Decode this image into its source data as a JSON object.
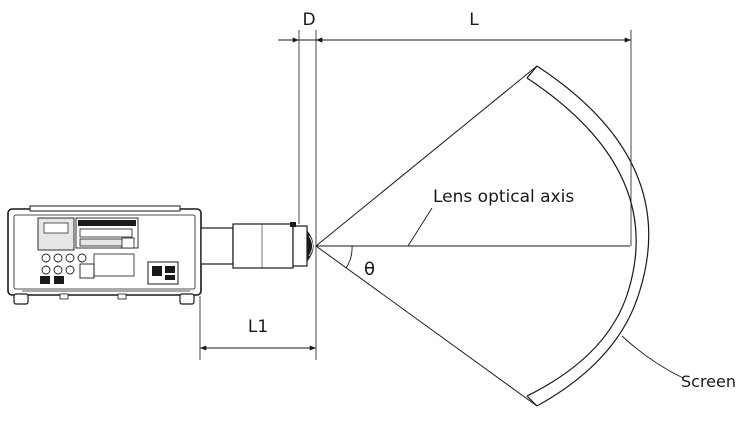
{
  "labels": {
    "dim_d": "D",
    "dim_l": "L",
    "dim_l1": "L1",
    "axis": "Lens optical axis",
    "angle": "θ",
    "screen": "Screen"
  },
  "colors": {
    "stroke": "#1a1a1a",
    "body_fill": "#ffffff",
    "panel_fill": "#e6e6e6"
  }
}
